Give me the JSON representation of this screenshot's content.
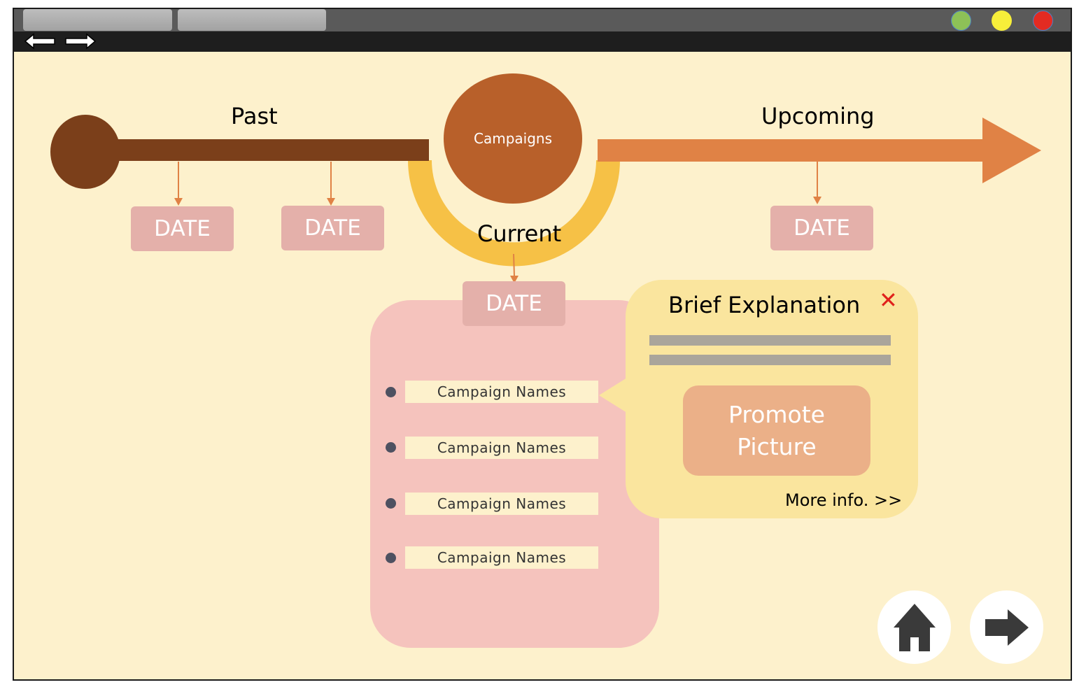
{
  "window": {
    "tabs": [
      "",
      ""
    ],
    "controls": [
      {
        "name": "green-dot",
        "color": "#8dc157"
      },
      {
        "name": "yellow-dot",
        "color": "#f7ef3a"
      },
      {
        "name": "red-dot",
        "color": "#e32b22"
      }
    ]
  },
  "timeline": {
    "past_label": "Past",
    "upcoming_label": "Upcoming",
    "current_label": "Current",
    "hub_label": "Campaigns",
    "past_dates": [
      "DATE",
      "DATE"
    ],
    "upcoming_dates": [
      "DATE"
    ],
    "current_date": "DATE",
    "colors": {
      "past": "#7b3f1a",
      "hub": "#b8602a",
      "upcoming": "#e08245",
      "current_arc": "#f6c146"
    }
  },
  "campaign_list": {
    "items": [
      "Campaign Names",
      "Campaign Names",
      "Campaign Names",
      "Campaign Names"
    ]
  },
  "popup": {
    "title": "Brief Explanation",
    "close_symbol": "✕",
    "picture_line1": "Promote",
    "picture_line2": "Picture",
    "more_info": "More info. >>"
  },
  "footer": {
    "buttons": [
      {
        "icon": "home-icon"
      },
      {
        "icon": "arrow-right-icon"
      }
    ]
  }
}
